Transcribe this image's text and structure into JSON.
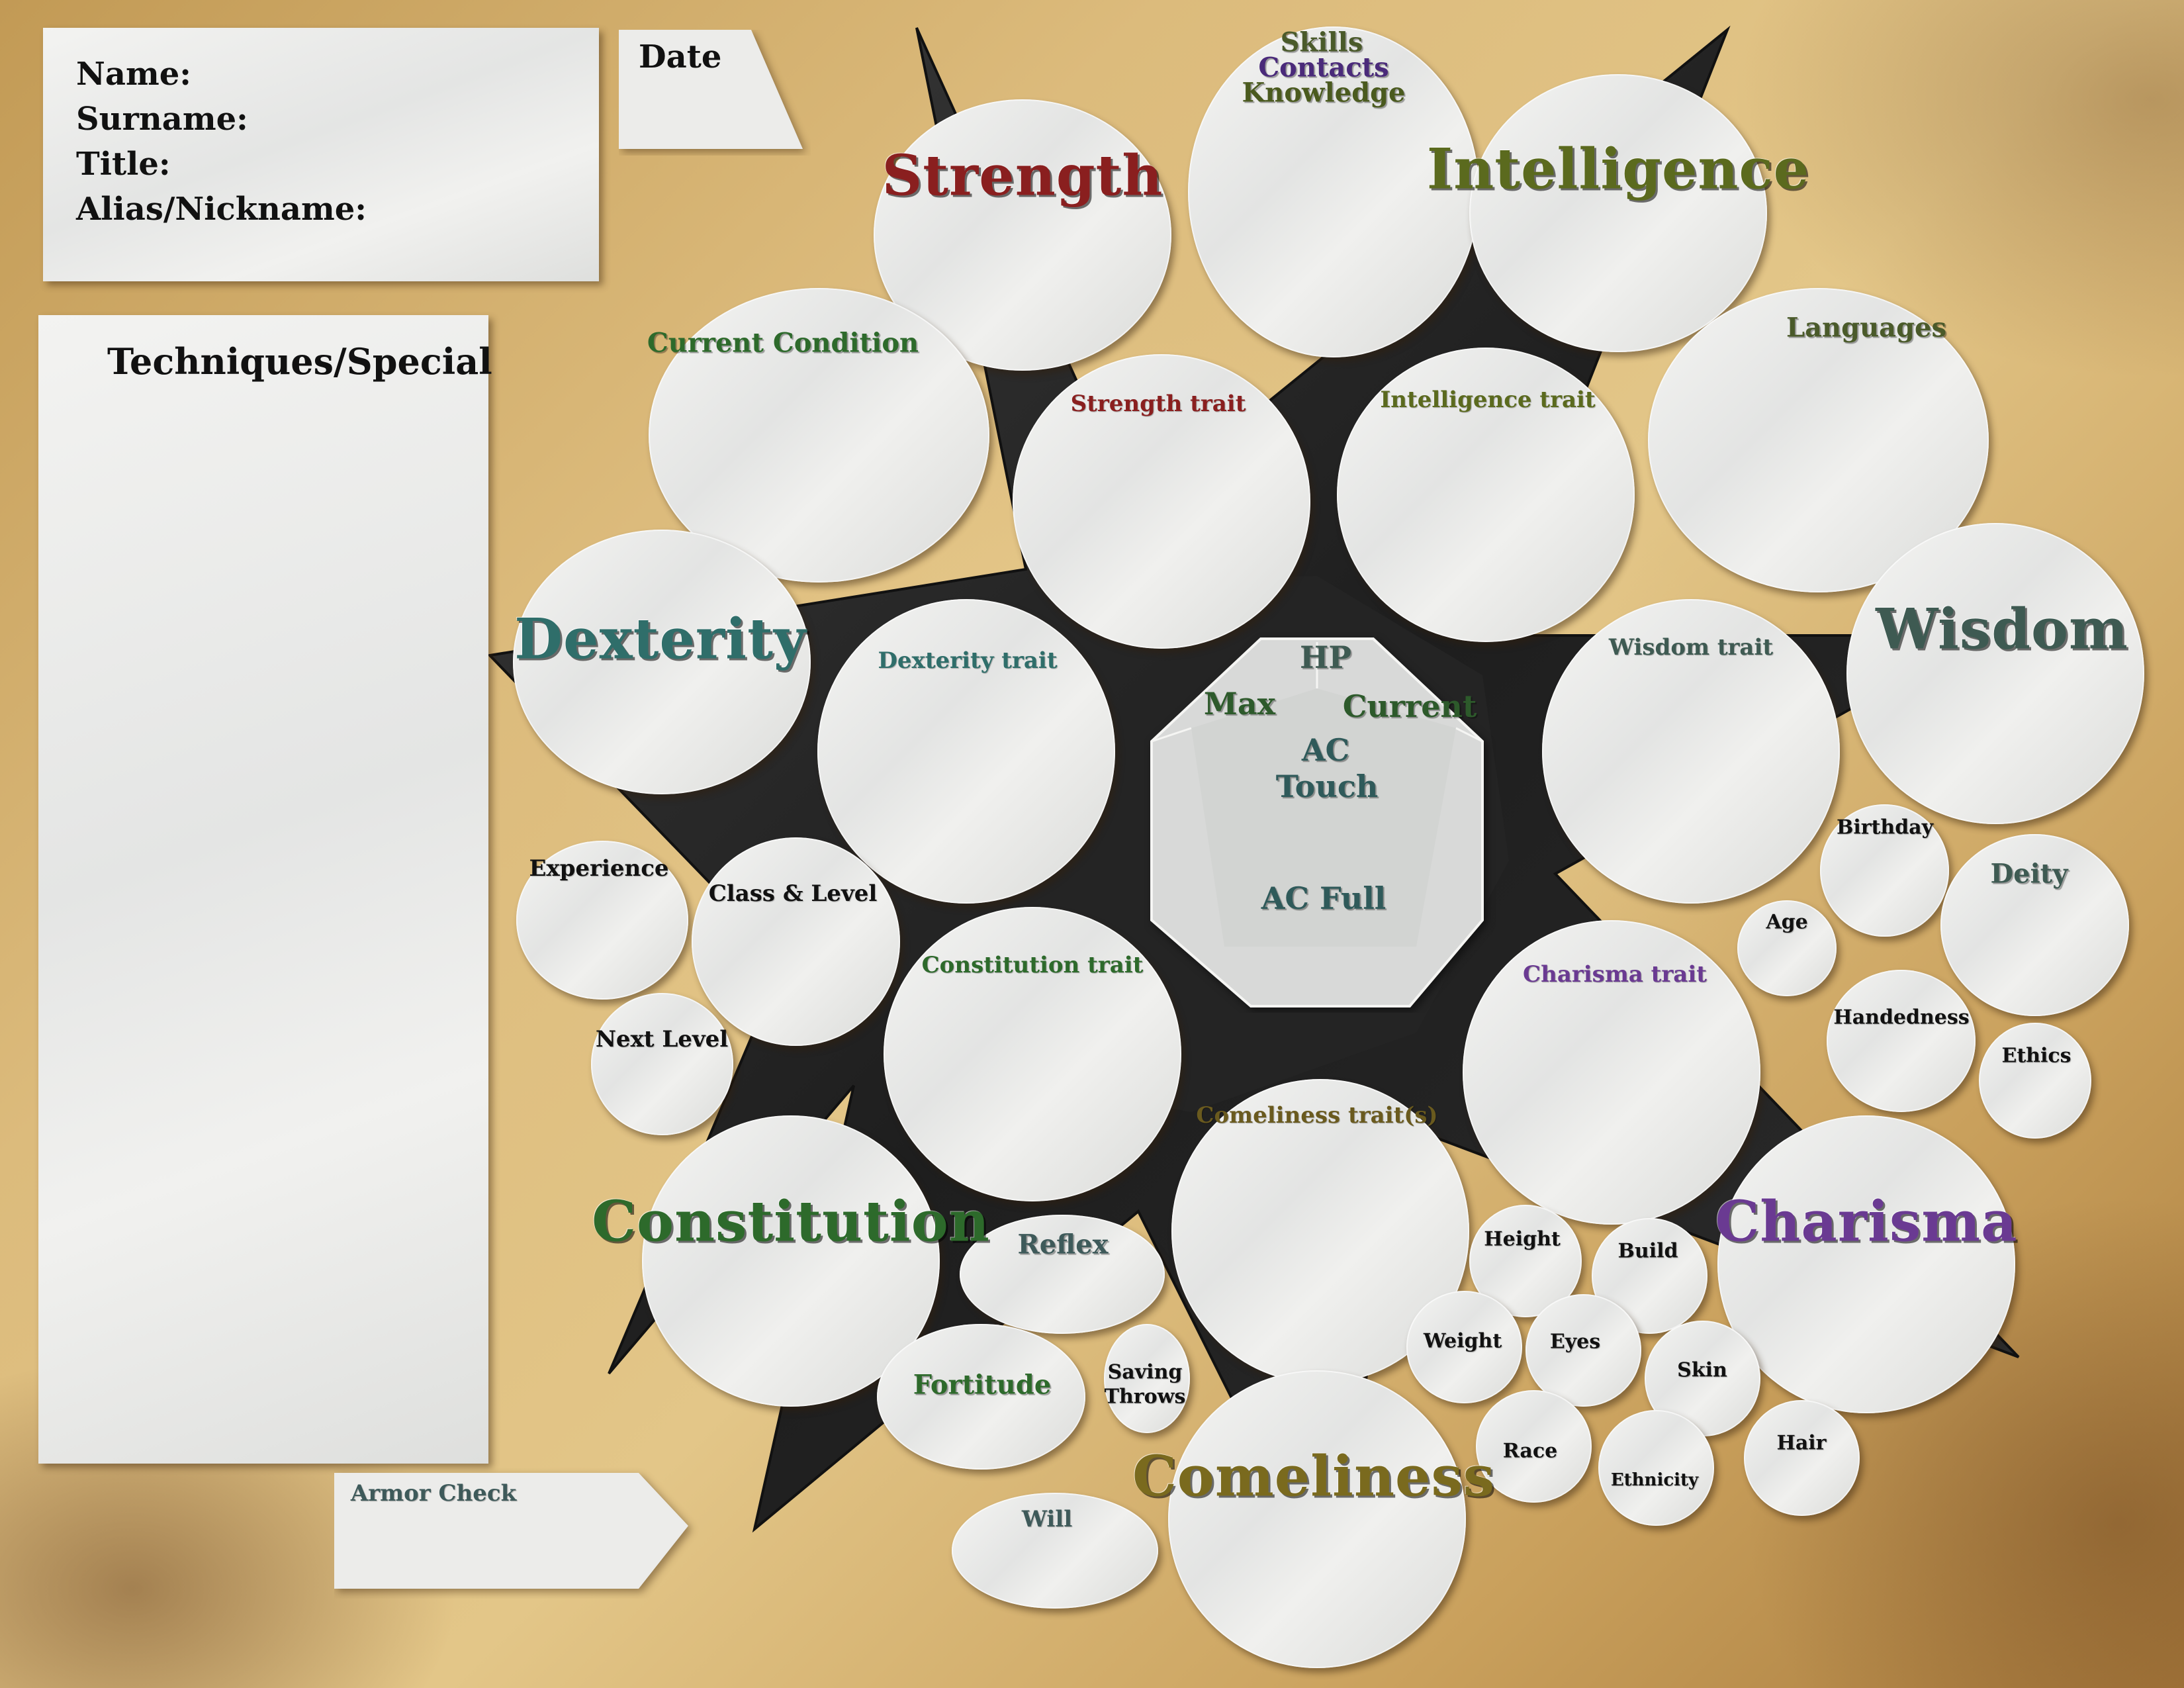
{
  "header": {
    "name_label": "Name:",
    "surname_label": "Surname:",
    "title_label": "Title:",
    "alias_label": "Alias/Nickname:",
    "date_label": "Date"
  },
  "left_panel": {
    "techniques_label": "Techniques/Special",
    "armor_check_label": "Armor Check"
  },
  "abilities": {
    "strength": "Strength",
    "intelligence": "Intelligence",
    "wisdom": "Wisdom",
    "charisma": "Charisma",
    "comeliness": "Comeliness",
    "constitution": "Constitution",
    "dexterity": "Dexterity"
  },
  "traits": {
    "strength": "Strength trait",
    "intelligence": "Intelligence trait",
    "wisdom": "Wisdom trait",
    "charisma": "Charisma trait",
    "comeliness": "Comeliness trait(s)",
    "constitution": "Constitution trait",
    "dexterity": "Dexterity trait"
  },
  "skills": {
    "line1": "Skills",
    "line2": "Contacts",
    "line3": "Knowledge"
  },
  "misc": {
    "current_condition": "Current Condition",
    "languages": "Languages",
    "experience": "Experience",
    "class_level": "Class & Level",
    "next_level": "Next Level",
    "reflex": "Reflex",
    "fortitude": "Fortitude",
    "will": "Will",
    "saving_throws_1": "Saving",
    "saving_throws_2": "Throws"
  },
  "center": {
    "hp": "HP",
    "max": "Max",
    "current": "Current",
    "ac": "AC",
    "touch": "Touch",
    "ac_full": "AC Full"
  },
  "details": {
    "birthday": "Birthday",
    "deity": "Deity",
    "age": "Age",
    "handedness": "Handedness",
    "ethics": "Ethics",
    "height": "Height",
    "build": "Build",
    "weight": "Weight",
    "eyes": "Eyes",
    "skin": "Skin",
    "race": "Race",
    "ethnicity": "Ethnicity",
    "hair": "Hair"
  },
  "colors": {
    "strength": "#8a1f1f",
    "intelligence": "#5b6a1e",
    "wisdom": "#3e5a52",
    "charisma": "#6a3a92",
    "comeliness": "#7a6a1e",
    "constitution": "#2d6a2b",
    "dexterity": "#2f6e6a",
    "neutral": "#3a4a44"
  }
}
